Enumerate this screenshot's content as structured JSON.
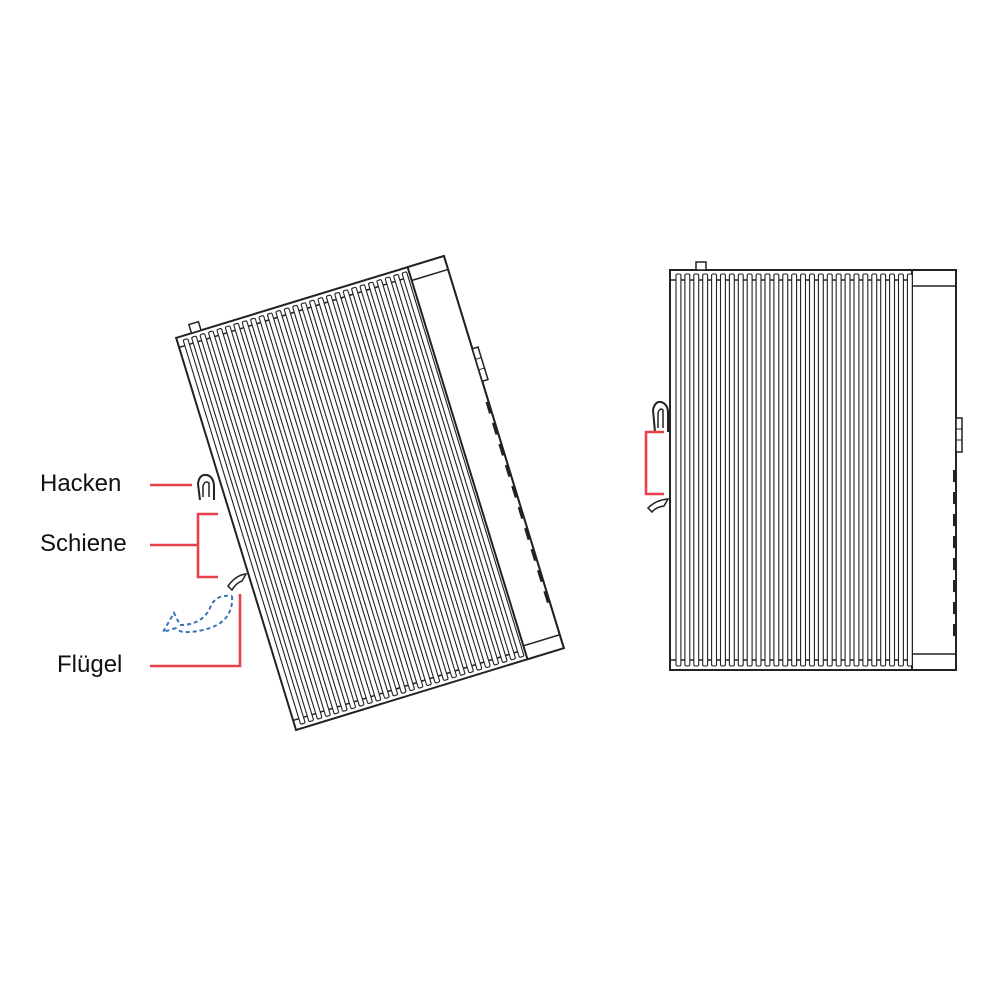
{
  "labels": {
    "hook": "Hacken",
    "rail": "Schiene",
    "wing": "Flügel"
  },
  "colors": {
    "outline": "#222222",
    "callout": "#e8414b",
    "arrow": "#3a72b8"
  },
  "icons": {
    "rotation_arrow": "curved-dashed-arrow-icon"
  }
}
